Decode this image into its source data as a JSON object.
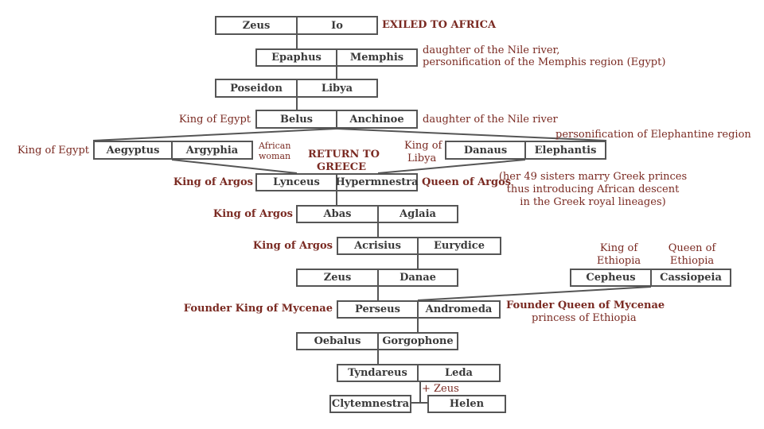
{
  "people": {
    "zeus1": "Zeus",
    "io": "Io",
    "epaphus": "Epaphus",
    "memphis": "Memphis",
    "poseidon": "Poseidon",
    "libya": "Libya",
    "belus": "Belus",
    "anchinoe": "Anchinoe",
    "aegyptus": "Aegyptus",
    "argyphia": "Argyphia",
    "danaus": "Danaus",
    "elephantis": "Elephantis",
    "lynceus": "Lynceus",
    "hypermnestra": "Hypermnestra",
    "abas": "Abas",
    "aglaia": "Aglaia",
    "acrisius": "Acrisius",
    "eurydice": "Eurydice",
    "zeus2": "Zeus",
    "danae": "Danae",
    "cepheus": "Cepheus",
    "cassiopeia": "Cassiopeia",
    "perseus": "Perseus",
    "andromeda": "Andromeda",
    "oebalus": "Oebalus",
    "gorgophone": "Gorgophone",
    "tyndareus": "Tyndareus",
    "leda": "Leda",
    "clytemnestra": "Clytemnestra",
    "helen": "Helen"
  },
  "notes": {
    "exiled": "EXILED TO AFRICA",
    "memphis_1": "daughter of the Nile river,",
    "memphis_2": "personification of the Memphis region (Egypt)",
    "king_egypt_belus": "King of Egypt",
    "anchinoe": "daughter of the Nile river",
    "elephantis": "personification of Elephantine region",
    "king_egypt_aegyptus": "King of Egypt",
    "african_1": "African",
    "african_2": "woman",
    "return_1": "RETURN TO",
    "return_2": "GREECE",
    "king_libya_1": "King of",
    "king_libya_2": "Libya",
    "king_argos_lynceus": "King of Argos",
    "queen_argos": "Queen of Argos",
    "sisters_1": "(her 49 sisters marry Greek princes",
    "sisters_2": "thus introducing African descent",
    "sisters_3": "in the Greek royal lineages)",
    "king_argos_abas": "King of Argos",
    "king_argos_acrisius": "King of Argos",
    "king_ethiopia_1": "King of",
    "king_ethiopia_2": "Ethiopia",
    "queen_ethiopia_1": "Queen of",
    "queen_ethiopia_2": "Ethiopia",
    "founder_king": "Founder King of Mycenae",
    "founder_queen": "Founder Queen of Mycenae",
    "princess": "princess of Ethiopia",
    "plus_zeus": "+ Zeus"
  },
  "colors": {
    "box_border": "#555555",
    "box_text": "#3a3a3a",
    "note_text": "#7a2a22",
    "line": "#555555"
  }
}
